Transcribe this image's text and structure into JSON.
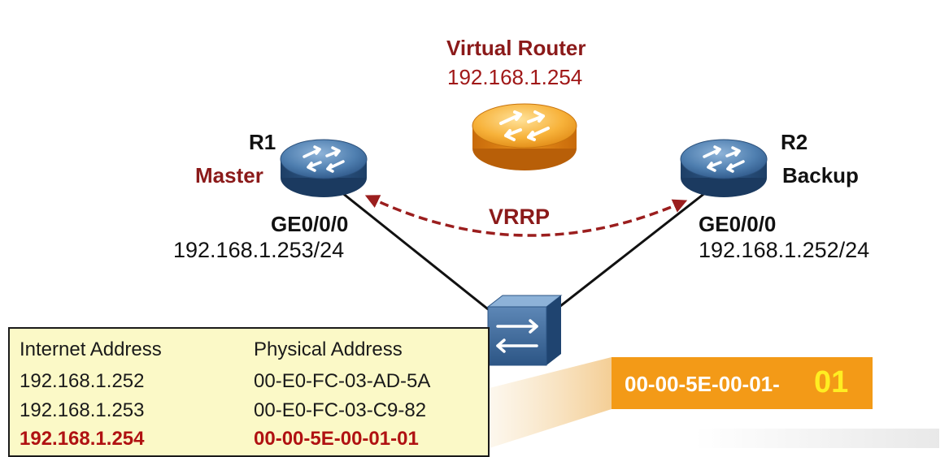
{
  "virtual_router": {
    "title": "Virtual Router",
    "ip": "192.168.1.254",
    "icon": "router-icon",
    "color": "#f5a623"
  },
  "r1": {
    "name": "R1",
    "role": "Master",
    "interface": "GE0/0/0",
    "ip": "192.168.1.253/24",
    "icon": "router-icon",
    "color": "#3d6a9c"
  },
  "r2": {
    "name": "R2",
    "role": "Backup",
    "interface": "GE0/0/0",
    "ip": "192.168.1.252/24",
    "icon": "router-icon",
    "color": "#3d6a9c"
  },
  "protocol_label": "VRRP",
  "switch_icon": "switch-icon",
  "arp_table": {
    "headers": [
      "Internet Address",
      "Physical Address"
    ],
    "rows": [
      [
        "192.168.1.252",
        "00-E0-FC-03-AD-5A"
      ],
      [
        "192.168.1.253",
        "00-E0-FC-03-C9-82"
      ],
      [
        "192.168.1.254",
        "00-00-5E-00-01-01"
      ]
    ],
    "highlight_color": "#b01212",
    "background": "#fbf9c7"
  },
  "mac_callout": {
    "prefix": "00-00-5E-00-01-",
    "suffix": "01",
    "background": "#f39a17",
    "suffix_color": "#ffee22"
  },
  "colors": {
    "accent_red": "#8b1a1a",
    "link": "#111111",
    "vrrp_line": "#9b1e1e"
  }
}
